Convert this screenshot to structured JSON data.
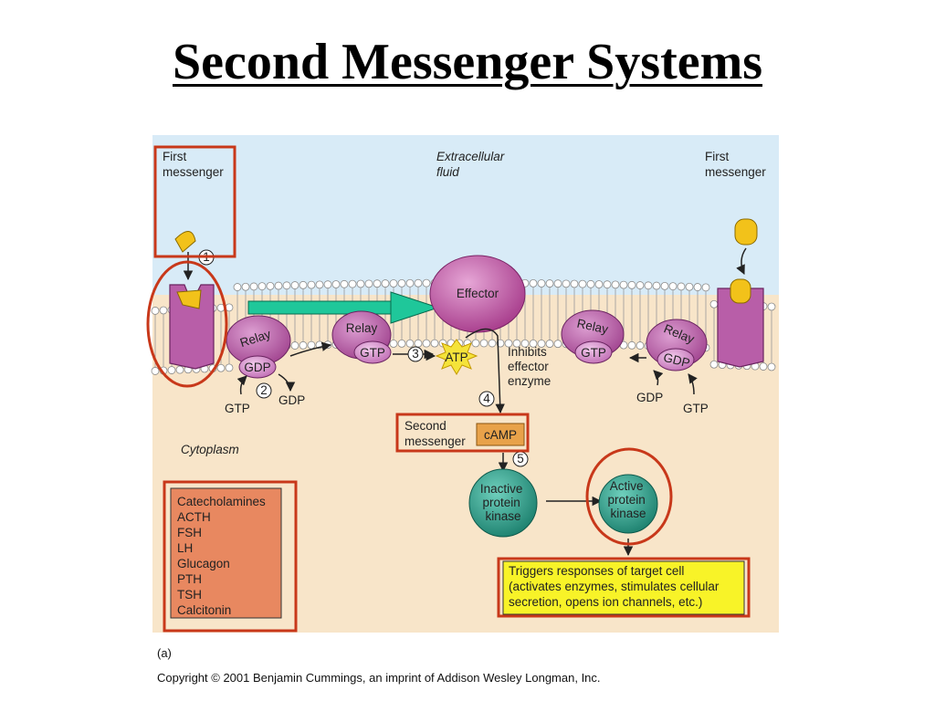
{
  "slide": {
    "title": "Second Messenger Systems"
  },
  "diagram": {
    "labels": {
      "first_messenger_left": [
        "First",
        "messenger"
      ],
      "first_messenger_right": [
        "First",
        "messenger"
      ],
      "extracellular": [
        "Extracellular",
        "fluid"
      ],
      "cytoplasm": "Cytoplasm",
      "effector": "Effector",
      "relay": "Relay",
      "gtp": "GTP",
      "gdp": "GDP",
      "atp": "ATP",
      "camp": "cAMP",
      "second_messenger": [
        "Second",
        "messenger"
      ],
      "inhibits": [
        "Inhibits",
        "effector",
        "enzyme"
      ],
      "inactive_kinase": [
        "Inactive",
        "protein",
        "kinase"
      ],
      "active_kinase": [
        "Active",
        "protein",
        "kinase"
      ],
      "triggers": [
        "Triggers responses of target cell",
        "(activates enzymes, stimulates cellular",
        "secretion, opens ion channels, etc.)"
      ],
      "steps": [
        "1",
        "2",
        "3",
        "4",
        "5"
      ]
    },
    "hormones": [
      "Catecholamines",
      "ACTH",
      "FSH",
      "LH",
      "Glucagon",
      "PTH",
      "TSH",
      "Calcitonin"
    ],
    "colors": {
      "extracellular_bg": "#d8ebf7",
      "cytoplasm_bg": "#f8e5c9",
      "highlight": "#c8381a",
      "receptor": "#b85ea8",
      "effector": "#b94d9c",
      "kinase": "#2a9a87",
      "camp_box": "#e8a24a",
      "hormone_fill": "#e88860",
      "triggers_fill": "#f8f328",
      "ligand": "#f2c21a",
      "arrow_green": "#1fc79a"
    }
  },
  "caption": "(a)",
  "copyright": "Copyright © 2001 Benjamin Cummings, an imprint of Addison Wesley Longman, Inc."
}
